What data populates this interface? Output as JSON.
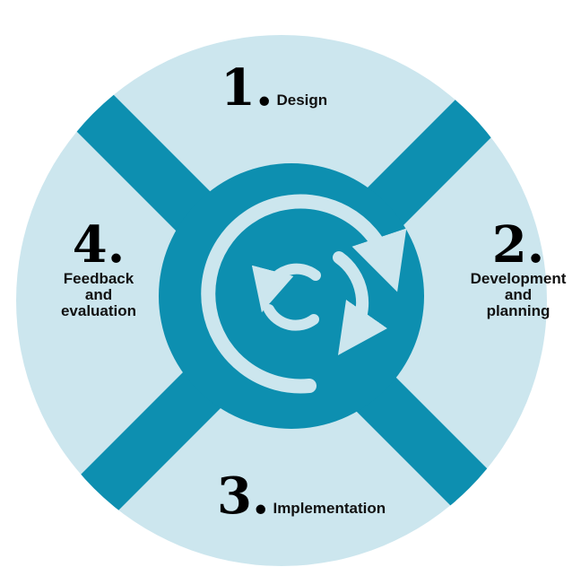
{
  "colors": {
    "outer_circle": "#cce6ee",
    "dark_teal": "#0d8fb0",
    "arrow_fill": "#cce6ee",
    "text": "#111111"
  },
  "center_icon": "cycle-arrows-icon",
  "steps": [
    {
      "number": "1.",
      "label_lines": [
        "Design"
      ]
    },
    {
      "number": "2.",
      "label_lines": [
        "Development",
        "and",
        "planning"
      ]
    },
    {
      "number": "3.",
      "label_lines": [
        "Implementation"
      ]
    },
    {
      "number": "4.",
      "label_lines": [
        "Feedback",
        "and",
        "evaluation"
      ]
    }
  ]
}
